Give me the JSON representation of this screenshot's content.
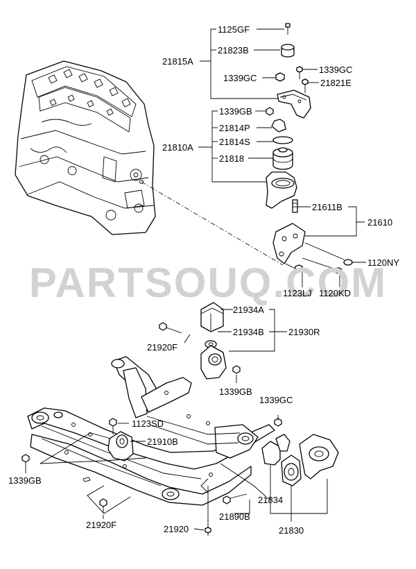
{
  "watermark": "PARTSOUQ.COM",
  "labels": {
    "p1125GF": "1125GF",
    "p21823B": "21823B",
    "p21815A": "21815A",
    "p1339GC_a": "1339GC",
    "p1339GC_b": "1339GC",
    "p21821E": "21821E",
    "p1339GB_a": "1339GB",
    "p21814P": "21814P",
    "p21810A": "21810A",
    "p21814S": "21814S",
    "p21818": "21818",
    "p21611B": "21611B",
    "p21610": "21610",
    "p1120NY": "1120NY",
    "p1123LJ": "1123LJ",
    "p1120KD": "1120KD",
    "p21934A": "21934A",
    "p21934B": "21934B",
    "p21930R": "21930R",
    "p21920F_a": "21920F",
    "p1339GB_b": "1339GB",
    "p1339GC_c": "1339GC",
    "p1123SD": "1123SD",
    "p21910B": "21910B",
    "p1339GB_c": "1339GB",
    "p21920F_b": "21920F",
    "p21834": "21834",
    "p21890B": "21890B",
    "p21920": "21920",
    "p21830": "21830"
  }
}
